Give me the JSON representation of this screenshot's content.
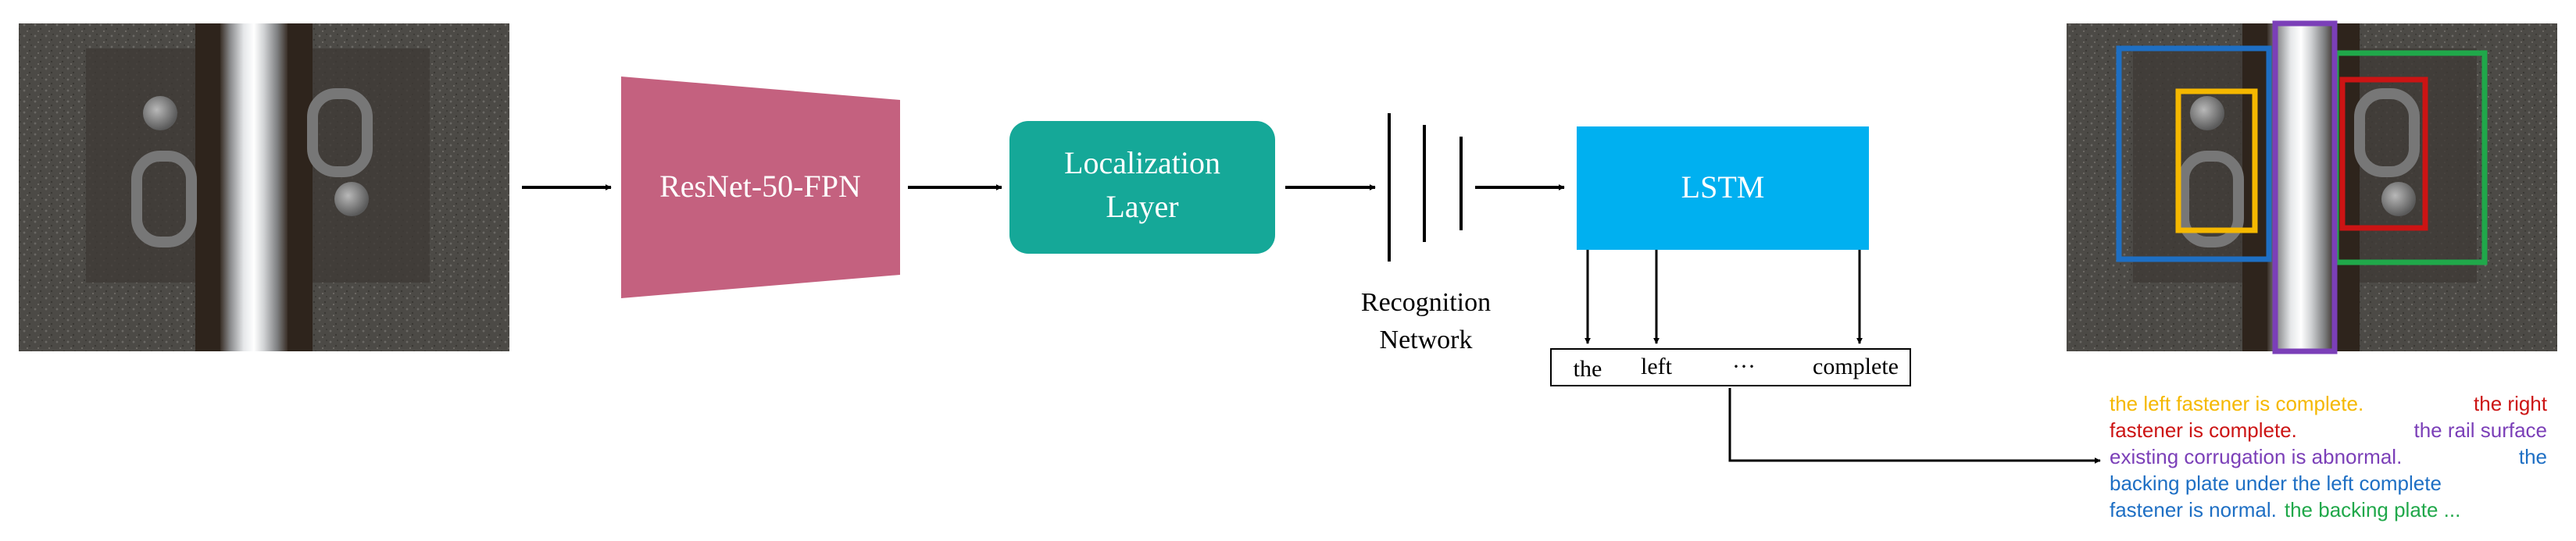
{
  "blocks": {
    "resnet": "ResNet-50-FPN",
    "localization_line1": "Localization",
    "localization_line2": "Layer",
    "recognition_line1": "Recognition",
    "recognition_line2": "Network",
    "lstm": "LSTM"
  },
  "tokens": [
    "the",
    "left",
    "···",
    "complete"
  ],
  "caption_segments": [
    {
      "text": "the left fastener is complete.",
      "color": "#f5b800"
    },
    {
      "text": "the right fastener is complete.",
      "color": "#cc1414"
    },
    {
      "text": "the rail surface existing corrugation is abnormal.",
      "color": "#7b3fb8"
    },
    {
      "text": "the backing plate under the left complete fastener is normal.",
      "color": "#1e6fc4"
    },
    {
      "text": "the backing plate ...",
      "color": "#20a84a"
    }
  ],
  "caption_lines": [
    [
      {
        "text": "the left fastener is complete.",
        "color": "#f5b800"
      },
      {
        "text": "the right",
        "color": "#cc1414"
      }
    ],
    [
      {
        "text": "fastener is complete.",
        "color": "#cc1414"
      },
      {
        "text": "the rail surface",
        "color": "#7b3fb8"
      }
    ],
    [
      {
        "text": "existing corrugation is abnormal.",
        "color": "#7b3fb8"
      },
      {
        "text": "the",
        "color": "#1e6fc4"
      }
    ],
    [
      {
        "text": "backing plate under the left complete",
        "color": "#1e6fc4"
      }
    ],
    [
      {
        "text": "fastener is normal.",
        "color": "#1e6fc4"
      },
      {
        "text": "the backing plate ...",
        "color": "#20a84a"
      }
    ]
  ],
  "colors": {
    "resnet": "#c4617f",
    "localization": "#15a898",
    "lstm": "#00b0f0",
    "box_left_plate": "#1e6fc4",
    "box_left_fastener": "#f5b800",
    "box_right_fastener": "#cc1414",
    "box_right_plate": "#20a84a",
    "box_rail": "#7b3fb8"
  }
}
